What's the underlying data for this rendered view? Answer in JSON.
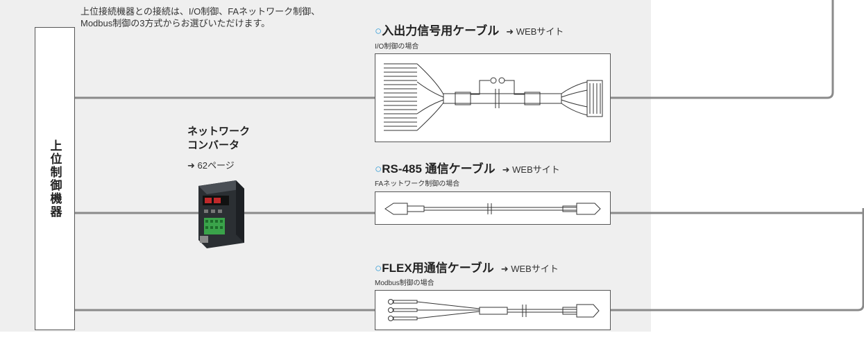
{
  "intro": {
    "line1": "上位接続機器との接続は、I/O制御、FAネットワーク制御、",
    "line2": "Modbus制御の3方式からお選びいただけます。"
  },
  "host": {
    "label": "上位制御機器"
  },
  "network_converter": {
    "title_line1": "ネットワーク",
    "title_line2": "コンバータ",
    "link": "➜ 62ページ"
  },
  "cables": [
    {
      "circle": "○",
      "title": "入出力信号用ケーブル",
      "web": "➜ WEBサイト",
      "subtitle": "I/O制御の場合"
    },
    {
      "circle": "○",
      "title": "RS-485 通信ケーブル",
      "web": "➜ WEBサイト",
      "subtitle": "FAネットワーク制御の場合"
    },
    {
      "circle": "○",
      "title": "FLEX用通信ケーブル",
      "web": "➜ WEBサイト",
      "subtitle": "Modbus制御の場合"
    }
  ],
  "colors": {
    "panel": "#efefef",
    "wire": "#8a8a8a",
    "accent": "#2d9ad6"
  }
}
